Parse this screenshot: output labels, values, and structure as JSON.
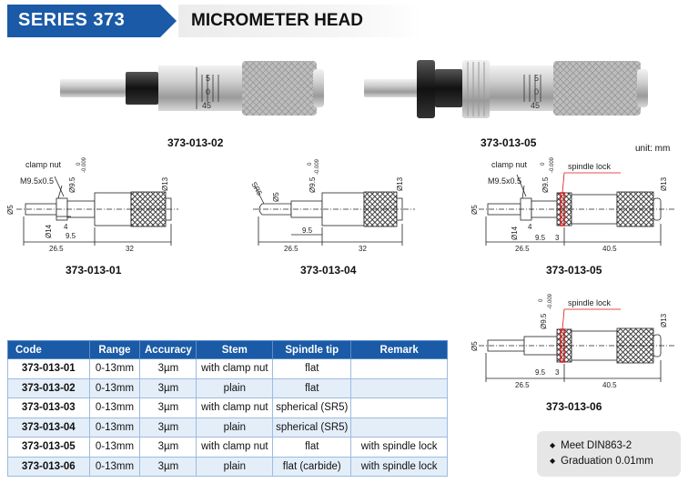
{
  "header": {
    "series_label": "SERIES 373",
    "title": "MICROMETER HEAD"
  },
  "photos": [
    {
      "label": "373-013-02"
    },
    {
      "label": "373-013-05"
    }
  ],
  "unit_note": "unit: mm",
  "drawings": {
    "d01": {
      "label": "373-013-01",
      "callouts": [
        "clamp nut",
        "M9.5x0.5",
        "Ø9.5",
        "0",
        "-0.009",
        "Ø13",
        "Ø5",
        "Ø14",
        "4",
        "9.5",
        "26.5",
        "32"
      ]
    },
    "d04": {
      "label": "373-013-04",
      "callouts": [
        "SR5",
        "Ø5",
        "Ø9.5",
        "0",
        "-0.009",
        "Ø13",
        "9.5",
        "26.5",
        "32"
      ]
    },
    "d05": {
      "label": "373-013-05",
      "callouts": [
        "clamp nut",
        "M9.5x0.5",
        "Ø9.5",
        "0",
        "-0.009",
        "spindle lock",
        "Ø13",
        "Ø5",
        "Ø14",
        "4",
        "9.5",
        "3",
        "26.5",
        "40.5"
      ]
    },
    "d06": {
      "label": "373-013-06",
      "callouts": [
        "Ø9.5",
        "0",
        "-0.009",
        "spindle lock",
        "Ø13",
        "Ø5",
        "9.5",
        "3",
        "26.5",
        "40.5"
      ]
    }
  },
  "table": {
    "headers": [
      "Code",
      "Range",
      "Accuracy",
      "Stem",
      "Spindle tip",
      "Remark"
    ],
    "rows": [
      [
        "373-013-01",
        "0-13mm",
        "3µm",
        "with clamp nut",
        "flat",
        ""
      ],
      [
        "373-013-02",
        "0-13mm",
        "3µm",
        "plain",
        "flat",
        ""
      ],
      [
        "373-013-03",
        "0-13mm",
        "3µm",
        "with clamp nut",
        "spherical (SR5)",
        ""
      ],
      [
        "373-013-04",
        "0-13mm",
        "3µm",
        "plain",
        "spherical (SR5)",
        ""
      ],
      [
        "373-013-05",
        "0-13mm",
        "3µm",
        "with clamp nut",
        "flat",
        "with spindle lock"
      ],
      [
        "373-013-06",
        "0-13mm",
        "3µm",
        "plain",
        "flat (carbide)",
        "with spindle lock"
      ]
    ]
  },
  "notes": [
    "Meet DIN863-2",
    "Graduation 0.01mm"
  ],
  "thimble_marks": [
    "5",
    "0",
    "45"
  ]
}
